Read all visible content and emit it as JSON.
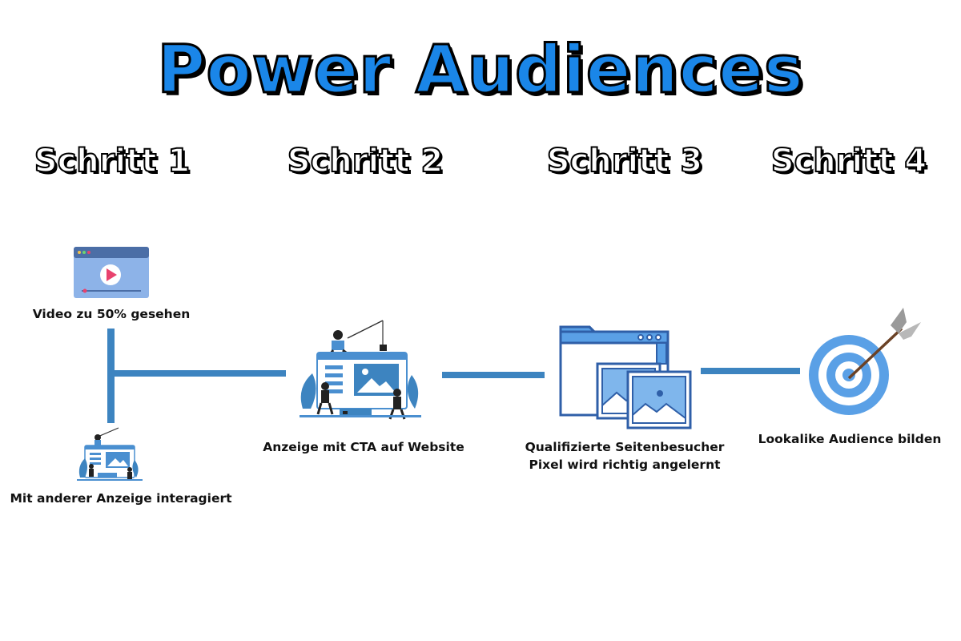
{
  "title": "Power Audiences",
  "steps": [
    {
      "heading": "Schritt 1"
    },
    {
      "heading": "Schritt 2"
    },
    {
      "heading": "Schritt 3"
    },
    {
      "heading": "Schritt 4"
    }
  ],
  "nodes": {
    "video": {
      "label": "Video zu 50% gesehen",
      "icon": "video-player-icon"
    },
    "other_ad": {
      "label": "Mit anderer Anzeige interagiert",
      "icon": "ad-interaction-illustration"
    },
    "cta_ad": {
      "label": "Anzeige mit CTA auf Website",
      "icon": "ad-website-illustration"
    },
    "visitors": {
      "line1": "Qualifizierte Seitenbesucher",
      "line2": "Pixel wird richtig angelernt",
      "icon": "browser-images-icon"
    },
    "lookalike": {
      "label": "Lookalike Audience bilden",
      "icon": "target-arrow-icon"
    }
  },
  "colors": {
    "accent": "#1a86e8",
    "connector": "#3d84c0",
    "illustration_blue": "#4a8fd0",
    "light_blue": "#8db3e8",
    "play_red": "#e8426e"
  }
}
